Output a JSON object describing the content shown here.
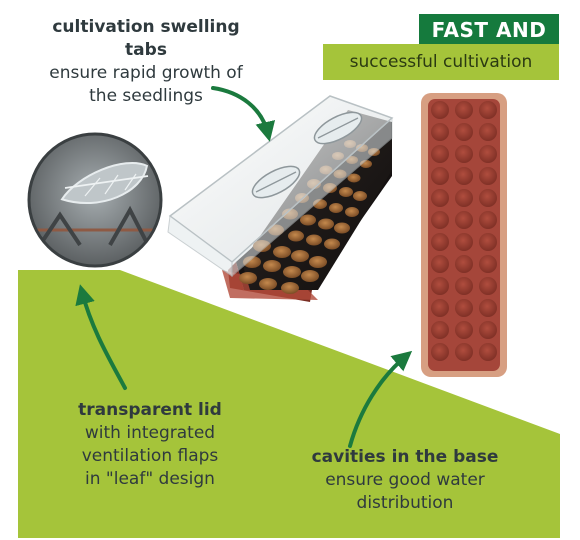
{
  "colors": {
    "brand_dark_green": "#157a3d",
    "lime_green": "#a5c43a",
    "arrow_green": "#1b7a3e",
    "text": "#2f3a3e",
    "tray_terracotta": "#a5463a"
  },
  "headline": {
    "line1": "FAST AND",
    "line2": "successful cultivation"
  },
  "callouts": {
    "tabs": {
      "title": "cultivation swelling",
      "title_2": "tabs",
      "desc_1": "ensure rapid growth of",
      "desc_2": "the seedlings"
    },
    "lid": {
      "title": "transparent lid",
      "desc_1": "with integrated",
      "desc_2": "ventilation flaps",
      "desc_3": "in \"leaf\" design"
    },
    "base": {
      "title": "cavities in the base",
      "desc_1": "ensure good water",
      "desc_2": "distribution"
    }
  },
  "icons": [
    "curved-arrow-icon"
  ]
}
